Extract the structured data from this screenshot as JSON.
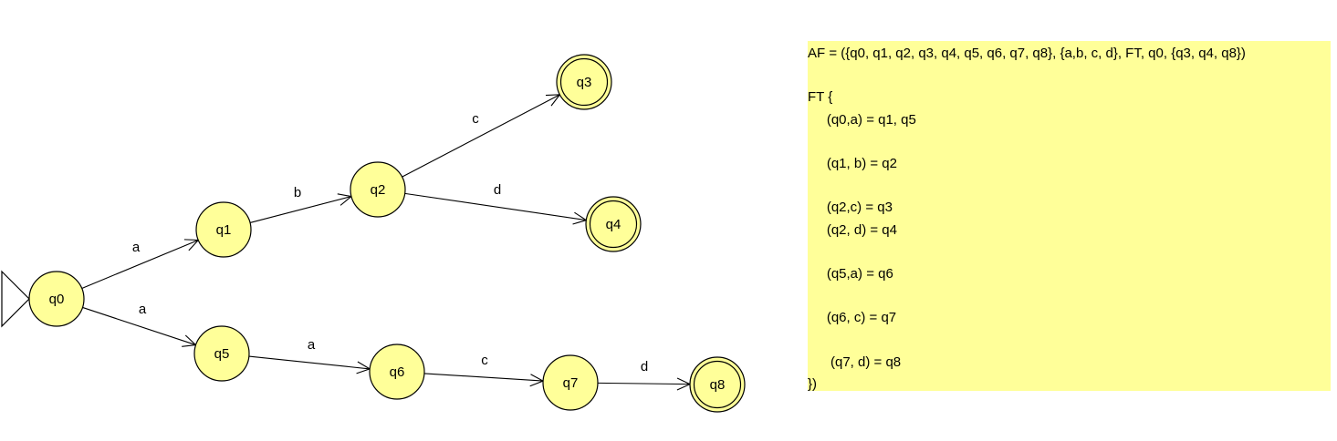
{
  "states": [
    {
      "id": "q0",
      "label": "q0",
      "initial": true,
      "final": false
    },
    {
      "id": "q1",
      "label": "q1",
      "initial": false,
      "final": false
    },
    {
      "id": "q2",
      "label": "q2",
      "initial": false,
      "final": false
    },
    {
      "id": "q3",
      "label": "q3",
      "initial": false,
      "final": true
    },
    {
      "id": "q4",
      "label": "q4",
      "initial": false,
      "final": true
    },
    {
      "id": "q5",
      "label": "q5",
      "initial": false,
      "final": false
    },
    {
      "id": "q6",
      "label": "q6",
      "initial": false,
      "final": false
    },
    {
      "id": "q7",
      "label": "q7",
      "initial": false,
      "final": false
    },
    {
      "id": "q8",
      "label": "q8",
      "initial": false,
      "final": true
    }
  ],
  "transitions": [
    {
      "from": "q0",
      "to": "q1",
      "label": "a"
    },
    {
      "from": "q0",
      "to": "q5",
      "label": "a"
    },
    {
      "from": "q1",
      "to": "q2",
      "label": "b"
    },
    {
      "from": "q2",
      "to": "q3",
      "label": "c"
    },
    {
      "from": "q2",
      "to": "q4",
      "label": "d"
    },
    {
      "from": "q5",
      "to": "q6",
      "label": "a"
    },
    {
      "from": "q6",
      "to": "q7",
      "label": "c"
    },
    {
      "from": "q7",
      "to": "q8",
      "label": "d"
    }
  ],
  "note": {
    "lines": [
      "AF = ({q0, q1, q2, q3, q4, q5, q6, q7, q8}, {a,b, c, d}, FT, q0, {q3, q4, q8})",
      "",
      "FT {",
      "     (q0,a) = q1, q5",
      "",
      "     (q1, b) = q2",
      "",
      "     (q2,c) = q3",
      "     (q2, d) = q4",
      "",
      "     (q5,a) = q6",
      "",
      "     (q6, c) = q7",
      "",
      "      (q7, d) = q8",
      "})"
    ]
  },
  "colors": {
    "state_fill": "#ffff99",
    "note_fill": "#ffff99",
    "stroke": "#000000"
  }
}
